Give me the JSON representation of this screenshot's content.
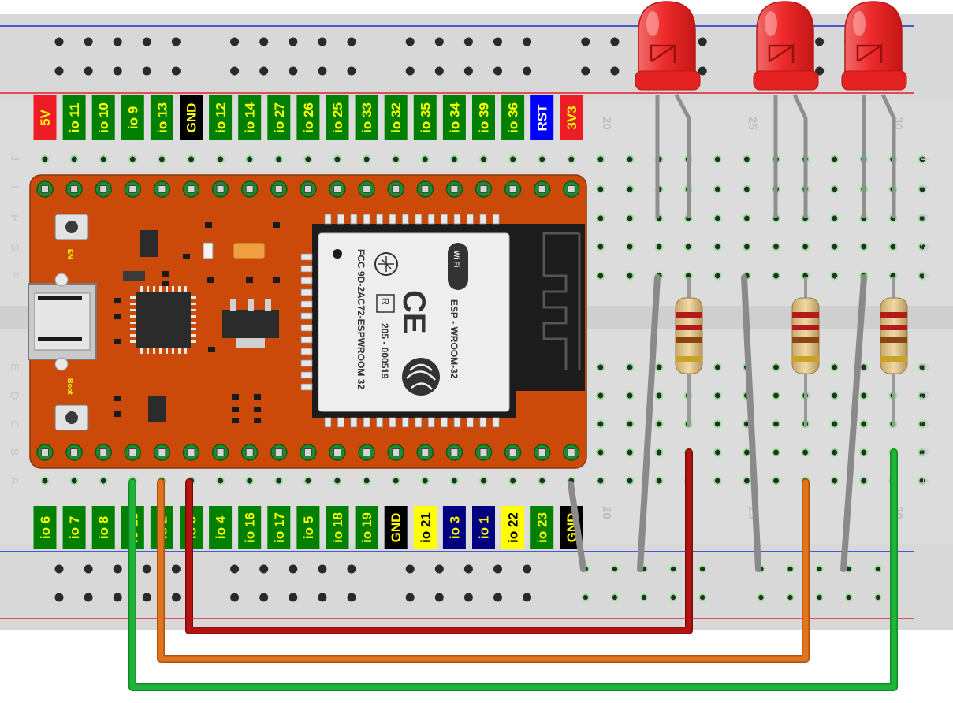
{
  "top_pin_labels": [
    {
      "text": "5V",
      "bg": "#ee1c24",
      "fg": "#ffff00"
    },
    {
      "text": "io 11",
      "bg": "#008000",
      "fg": "#ffff00"
    },
    {
      "text": "io 10",
      "bg": "#008000",
      "fg": "#ffff00"
    },
    {
      "text": "io 9",
      "bg": "#008000",
      "fg": "#ffff00"
    },
    {
      "text": "io 13",
      "bg": "#008000",
      "fg": "#ffff00"
    },
    {
      "text": "GND",
      "bg": "#000000",
      "fg": "#ffff00"
    },
    {
      "text": "io 12",
      "bg": "#008000",
      "fg": "#ffff00"
    },
    {
      "text": "io 14",
      "bg": "#008000",
      "fg": "#ffff00"
    },
    {
      "text": "io 27",
      "bg": "#008000",
      "fg": "#ffff00"
    },
    {
      "text": "io 26",
      "bg": "#008000",
      "fg": "#ffff00"
    },
    {
      "text": "io 25",
      "bg": "#008000",
      "fg": "#ffff00"
    },
    {
      "text": "io 33",
      "bg": "#008000",
      "fg": "#ffff00"
    },
    {
      "text": "io 32",
      "bg": "#008000",
      "fg": "#ffff00"
    },
    {
      "text": "io 35",
      "bg": "#008000",
      "fg": "#ffff00"
    },
    {
      "text": "io 34",
      "bg": "#008000",
      "fg": "#ffff00"
    },
    {
      "text": "io 39",
      "bg": "#008000",
      "fg": "#ffff00"
    },
    {
      "text": "io 36",
      "bg": "#008000",
      "fg": "#ffff00"
    },
    {
      "text": "RST",
      "bg": "#0000ff",
      "fg": "#ffffff"
    },
    {
      "text": "3V3",
      "bg": "#ee1c24",
      "fg": "#ffff00"
    }
  ],
  "bottom_pin_labels": [
    {
      "text": "io 6",
      "bg": "#008000",
      "fg": "#ffff00"
    },
    {
      "text": "io 7",
      "bg": "#008000",
      "fg": "#ffff00"
    },
    {
      "text": "io 8",
      "bg": "#008000",
      "fg": "#ffff00"
    },
    {
      "text": "io 15",
      "bg": "#008000",
      "fg": "#ffff00"
    },
    {
      "text": "io 2",
      "bg": "#008000",
      "fg": "#ffff00"
    },
    {
      "text": "io 0",
      "bg": "#008000",
      "fg": "#ffff00"
    },
    {
      "text": "io 4",
      "bg": "#008000",
      "fg": "#ffff00"
    },
    {
      "text": "io 16",
      "bg": "#008000",
      "fg": "#ffff00"
    },
    {
      "text": "io 17",
      "bg": "#008000",
      "fg": "#ffff00"
    },
    {
      "text": "io 5",
      "bg": "#008000",
      "fg": "#ffff00"
    },
    {
      "text": "io 18",
      "bg": "#008000",
      "fg": "#ffff00"
    },
    {
      "text": "io 19",
      "bg": "#008000",
      "fg": "#ffff00"
    },
    {
      "text": "GND",
      "bg": "#000000",
      "fg": "#ffff00"
    },
    {
      "text": "io 21",
      "bg": "#ffff00",
      "fg": "#000000"
    },
    {
      "text": "io 3",
      "bg": "#000080",
      "fg": "#ffff00"
    },
    {
      "text": "io 1",
      "bg": "#000080",
      "fg": "#ffff00"
    },
    {
      "text": "io 22",
      "bg": "#ffff00",
      "fg": "#000000"
    },
    {
      "text": "io 23",
      "bg": "#008000",
      "fg": "#ffff00"
    },
    {
      "text": "GND",
      "bg": "#000000",
      "fg": "#ffff00"
    }
  ],
  "breadboard": {
    "row_letters_top": [
      "J",
      "I",
      "H",
      "G",
      "F"
    ],
    "row_letters_bottom": [
      "E",
      "D",
      "C",
      "B",
      "A"
    ],
    "column_numbers": [
      "20",
      "25",
      "30"
    ]
  },
  "board": {
    "en_label": "EN",
    "boot_label": "Boot"
  },
  "module": {
    "model": "ESP - WROOM-32",
    "fcc": "FCC 9D-2AC72-ESPWROOM 32",
    "r_mark": "R",
    "r_code": "205 - 000519",
    "wifi": "Wi Fi",
    "ce": "CE"
  },
  "colors": {
    "board": "#cc4a09",
    "breadboard": "#dcdcdc",
    "rail_red": "#e0212b",
    "rail_blue": "#1a2bd6",
    "wire_red": "#b51212",
    "wire_orange": "#e2741e",
    "wire_green": "#21b43a",
    "wire_gray": "#8a8a8a",
    "led": "#ee2b2b"
  }
}
